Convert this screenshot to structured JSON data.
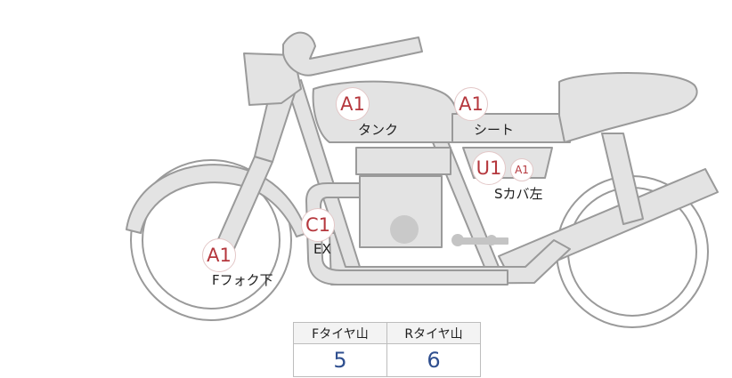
{
  "bike": {
    "colors": {
      "fill": "#e3e3e3",
      "stroke": "#9a9a9a",
      "dark": "#c4c4c4"
    }
  },
  "grades": {
    "tank": "A1",
    "seat": "A1",
    "side_cover_main": "U1",
    "side_cover_sub": "A1",
    "exhaust": "C1",
    "front_fork": "A1",
    "color": "#b5373d"
  },
  "labels": {
    "tank": "タンク",
    "seat": "シート",
    "side_cover": "Sカバ左",
    "exhaust": "EX",
    "front_fork": "Fフォク下"
  },
  "tread_table": {
    "headers": [
      "Fタイヤ山",
      "Rタイヤ山"
    ],
    "values": [
      "5",
      "6"
    ]
  }
}
